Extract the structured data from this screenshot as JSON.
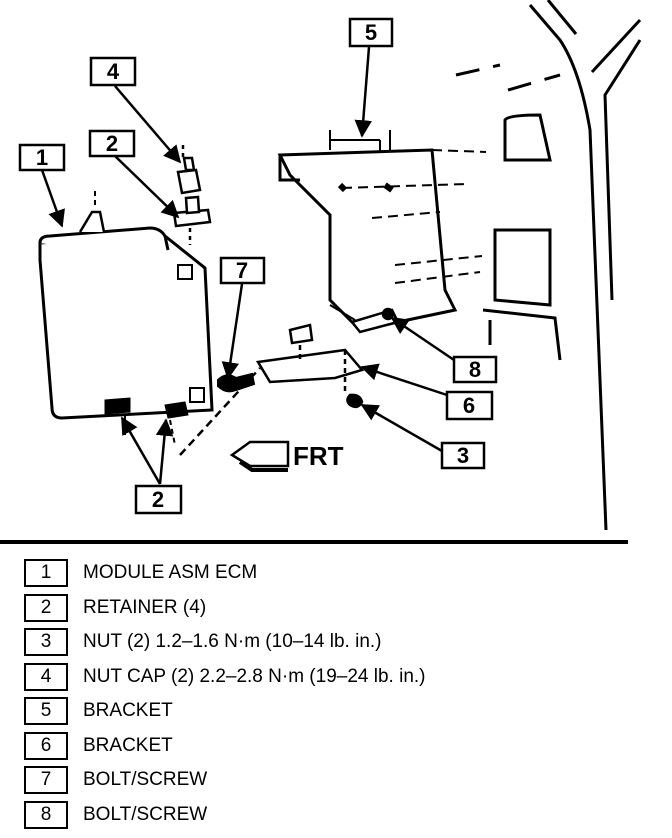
{
  "callouts": {
    "c1": "1",
    "c2_top": "2",
    "c2_bottom": "2",
    "c3": "3",
    "c4": "4",
    "c5": "5",
    "c6": "6",
    "c7": "7",
    "c8": "8"
  },
  "frt_label": "FRT",
  "legend": [
    {
      "num": "1",
      "text": "MODULE ASM ECM"
    },
    {
      "num": "2",
      "text": "RETAINER (4)"
    },
    {
      "num": "3",
      "text": "NUT (2) 1.2–1.6 N·m (10–14 lb. in.)"
    },
    {
      "num": "4",
      "text": "NUT CAP (2) 2.2–2.8 N·m (19–24 lb. in.)"
    },
    {
      "num": "5",
      "text": "BRACKET"
    },
    {
      "num": "6",
      "text": "BRACKET"
    },
    {
      "num": "7",
      "text": "BOLT/SCREW"
    },
    {
      "num": "8",
      "text": "BOLT/SCREW"
    }
  ]
}
